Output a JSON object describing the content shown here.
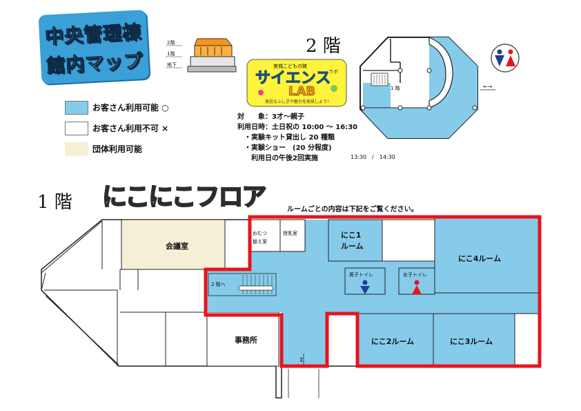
{
  "header": {
    "title_line1": "中央管理棟",
    "title_line2": "館内マップ",
    "building_floors": [
      "2階",
      "1階",
      "地下"
    ]
  },
  "legend": [
    {
      "label": "お客さん利用可能 ○",
      "color": "#86cbea"
    },
    {
      "label": "お客さん利用不可 ×",
      "color": "#ffffff"
    },
    {
      "label": "団体利用可能",
      "color": "#f5f0d5"
    }
  ],
  "floor2": {
    "label": "2 階",
    "lab_logo_text": "サイエンス",
    "lab_logo_sub": "LAB",
    "lab_logo_ruby": "ラボ",
    "lab_logo_top": "宮城こどもの館",
    "lab_logo_bottom": "身近なふしぎや魅力を発見しよう！",
    "stair_label": "1 階",
    "info": [
      "対　　象：3才～親子",
      "利用日時：土日祝の 10:00 ～ 16:30",
      "　・実験キット貸出し 20 種類",
      "　・実験ショー　(20 分程度)",
      "　　利用日の午後2回実施"
    ],
    "times": "13:30　/　14:30"
  },
  "floor1": {
    "label": "1 階",
    "title": "にこにこフロア",
    "note": "ルームごとの内容は下記をご覧ください。",
    "rooms": {
      "meeting": "会議室",
      "office": "事務所",
      "nursing": "授乳室",
      "diaper_line1": "おむつ",
      "diaper_line2": "替え室",
      "niko1_line1": "にこ1",
      "niko1_line2": "ルーム",
      "niko2": "にこ2ルーム",
      "niko3": "にこ3ルーム",
      "niko4": "にこ4ルーム",
      "men_toilet": "男子トイレ",
      "women_toilet": "女子トイレ",
      "stairs": "2 階へ"
    }
  },
  "colors": {
    "available": "#86cbea",
    "group": "#f5f0d5",
    "highlight_border": "#e8141c",
    "men": "#1b3f99",
    "women": "#e8141c"
  }
}
